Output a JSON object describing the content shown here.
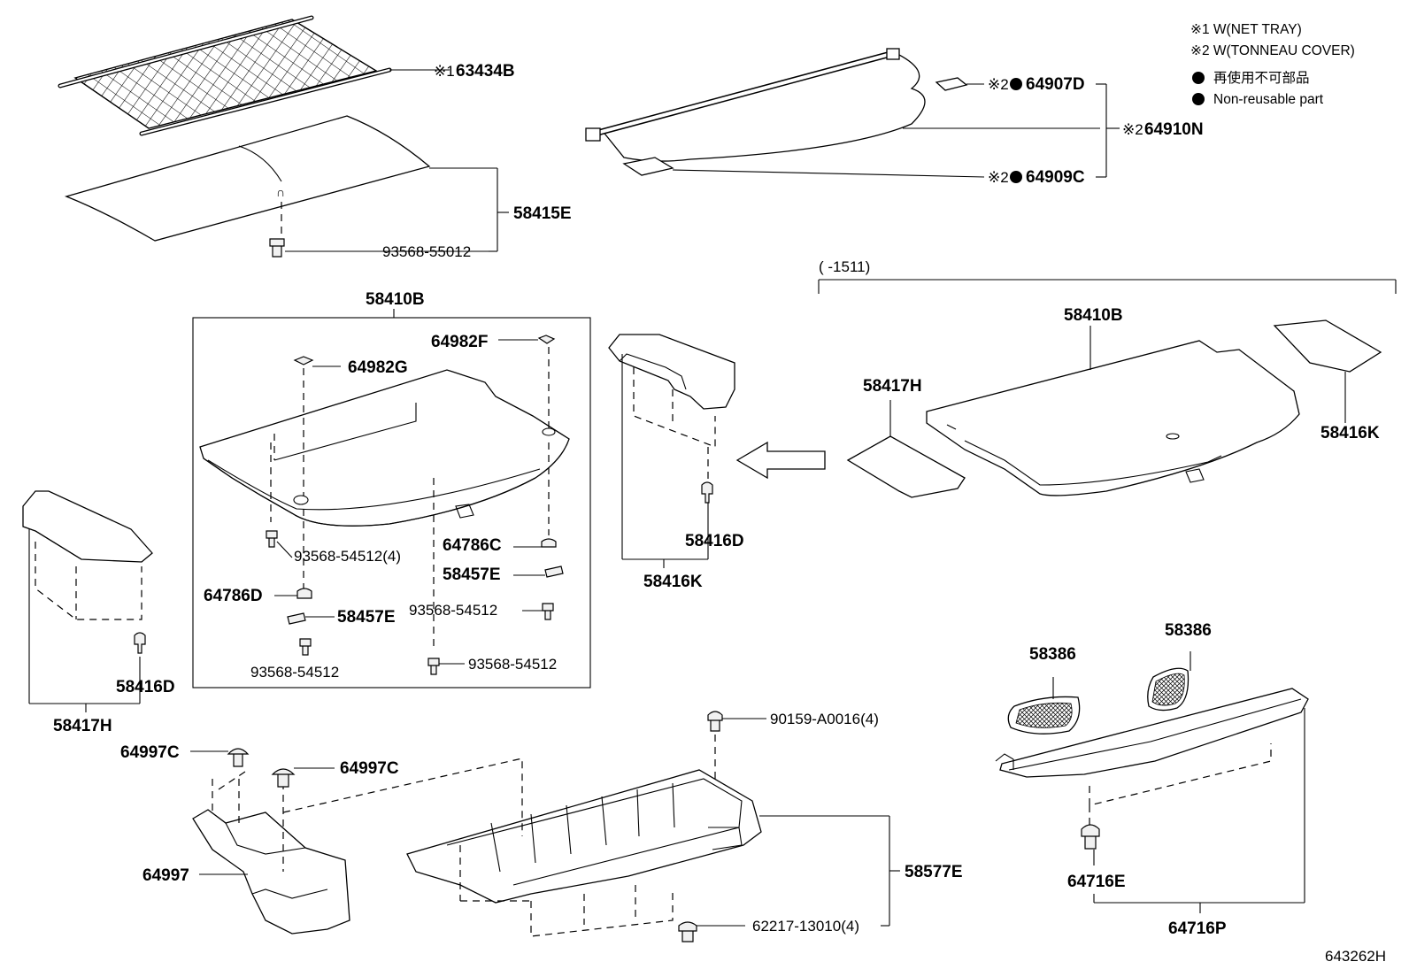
{
  "legend": {
    "note1": "※1 W(NET TRAY)",
    "note2": "※2 W(TONNEAU COVER)",
    "note3": "再使用不可部品",
    "note4": "Non-reusable part"
  },
  "range_label": "(      -1511)",
  "figure_id": "643262H",
  "mark_1": "※1",
  "mark_2": "※2",
  "parts": {
    "p63434B": "63434B",
    "p58415E": "58415E",
    "p93568_55012": "93568-55012",
    "p64907D": "64907D",
    "p64910N": "64910N",
    "p64909C": "64909C",
    "p58410B_left": "58410B",
    "p64982F": "64982F",
    "p64982G": "64982G",
    "p93568_54512_4": "93568-54512(4)",
    "p64786C": "64786C",
    "p58457E_a": "58457E",
    "p64786D": "64786D",
    "p58457E_b": "58457E",
    "p93568_54512_a": "93568-54512",
    "p93568_54512_b": "93568-54512",
    "p93568_54512_c": "93568-54512",
    "p58416D_mid": "58416D",
    "p58416K_mid": "58416K",
    "p58416D_left": "58416D",
    "p58417H_left": "58417H",
    "p58410B_right": "58410B",
    "p58417H_right": "58417H",
    "p58416K_right": "58416K",
    "p90159": "90159-A0016(4)",
    "p64997C_a": "64997C",
    "p64997C_b": "64997C",
    "p64997": "64997",
    "p58577E": "58577E",
    "p62217": "62217-13010(4)",
    "p58386_a": "58386",
    "p58386_b": "58386",
    "p64716E": "64716E",
    "p64716P": "64716P"
  }
}
